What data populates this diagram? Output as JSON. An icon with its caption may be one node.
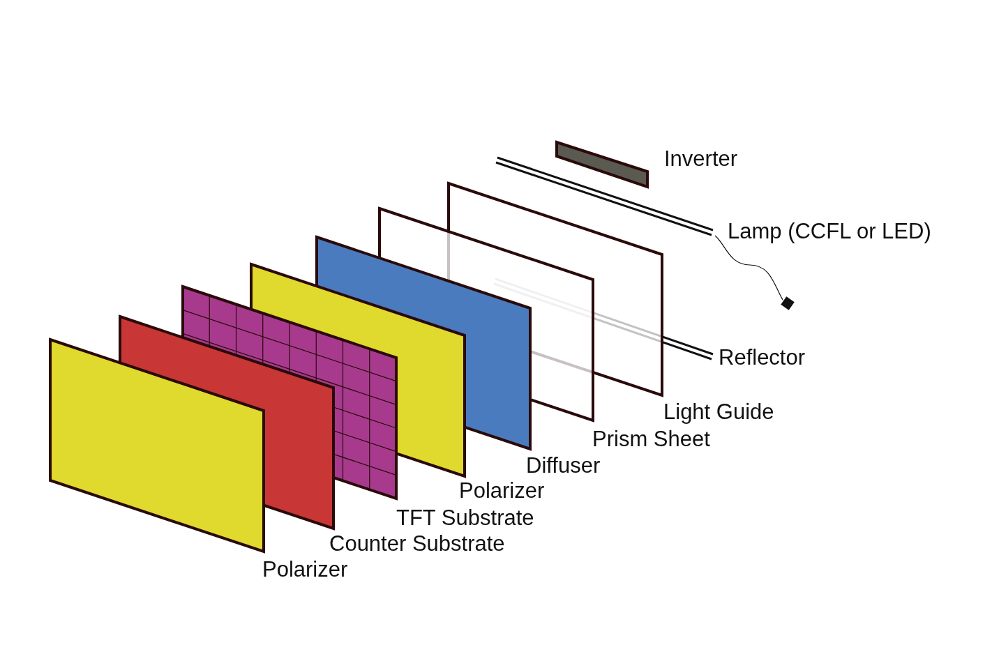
{
  "diagram": {
    "labels": [
      "Inverter",
      "Lamp (CCFL or LED)",
      "Reflector",
      "Light Guide",
      "Prism Sheet",
      "Diffuser",
      "Polarizer",
      "TFT Substrate",
      "Counter Substrate",
      "Polarizer"
    ]
  }
}
